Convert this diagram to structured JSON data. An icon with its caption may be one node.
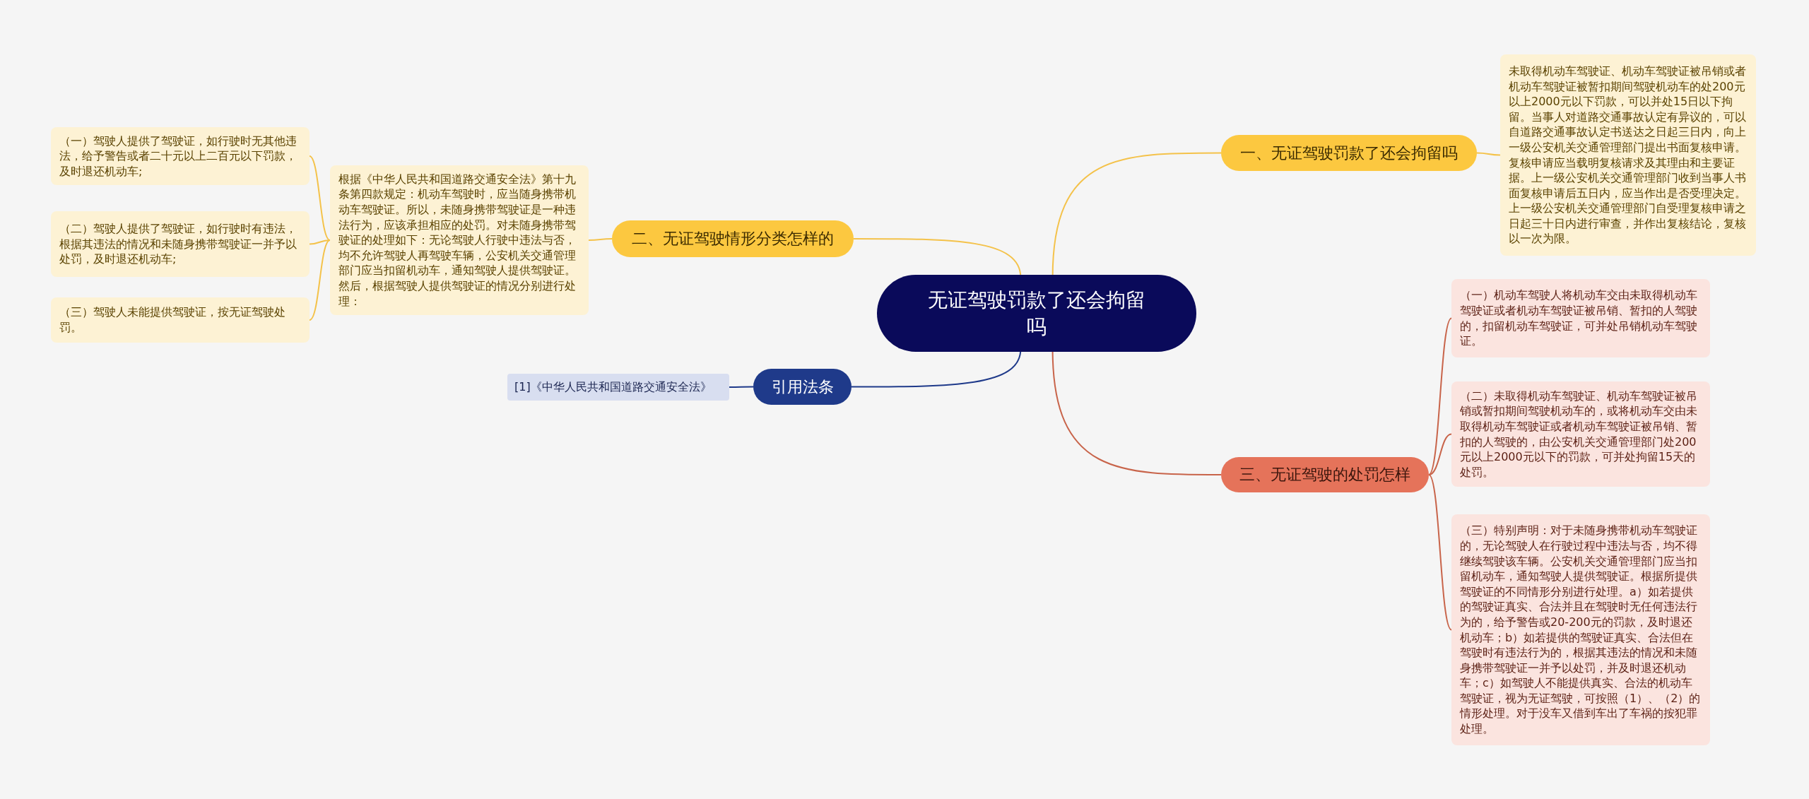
{
  "diagram": {
    "nodes": [
      {
        "text": [
          "无证驾驶罚款了还会拘留吗"
        ]
      },
      {
        "text": [
          "一、无证驾驶罚款了还会拘留吗"
        ]
      },
      {
        "text": [
          "未取得机动车驾驶证、机动车驾驶证被吊销或者机动车驾驶证被暂扣期间驾驶机动车的处200元以上2000元以下罚款，可以并处15日以下拘留。当事人对道路交通事故认定有异议的，可以自道路交通事故认定书送达之日起三日内，向上一级公安机关交通管理部门提出书面复核申请。复核申请应当载明复核请求及其理由和主要证据。上一级公安机关交通管理部门收到当事人书面复核申请后五日内，应当作出是否受理决定。上一级公安机关交通管理部门自受理复核申请之日起三十日内进行审查，并作出复核结论，复核以一次为限。"
        ]
      },
      {
        "text": [
          "二、无证驾驶情形分类怎样的"
        ]
      },
      {
        "text": [
          "根据《中华人民共和国道路交通安全法》第十九条第四款规定：机动车驾驶时，应当随身携带机动车驾驶证。所以，未随身携带驾驶证是一种违法行为，应该承担相应的处罚。对未随身携带驾驶证的处理如下：无论驾驶人行驶中违法与否，均不允许驾驶人再驾驶车辆，公安机关交通管理部门应当扣留机动车，通知驾驶人提供驾驶证。然后，根据驾驶人提供驾驶证的情况分别进行处理："
        ]
      },
      {
        "text": [
          "（一）驾驶人提供了驾驶证，如行驶时无其他违法，给予警告或者二十元以上二百元以下罚款，及时退还机动车;"
        ]
      },
      {
        "text": [
          "（二）驾驶人提供了驾驶证，如行驶时有违法，根据其违法的情况和未随身携带驾驶证一并予以处罚，及时退还机动车;"
        ]
      },
      {
        "text": [
          "（三）驾驶人未能提供驾驶证，按无证驾驶处罚。"
        ]
      },
      {
        "text": [
          "引用法条"
        ]
      },
      {
        "text": [
          "[1]《中华人民共和国道路交通安全法》"
        ]
      },
      {
        "text": [
          "三、无证驾驶的处罚怎样"
        ]
      },
      {
        "text": [
          "（一）机动车驾驶人将机动车交由未取得机动车驾驶证或者机动车驾驶证被吊销、暂扣的人驾驶的，扣留机动车驾驶证，可并处吊销机动车驾驶证。"
        ]
      },
      {
        "text": [
          "（二）未取得机动车驾驶证、机动车驾驶证被吊销或暂扣期间驾驶机动车的，或将机动车交由未取得机动车驾驶证或者机动车驾驶证被吊销、暂扣的人驾驶的，由公安机关交通管理部门处200元以上2000元以下的罚款，可并处拘留15天的处罚。"
        ]
      },
      {
        "text": [
          "（三）特别声明：对于未随身携带机动车驾驶证的，无论驾驶人在行驶过程中违法与否，均不得继续驾驶该车辆。公安机关交通管理部门应当扣留机动车，通知驾驶人提供驾驶证。根据所提供驾驶证的不同情形分别进行处理。a）如若提供的驾驶证真实、合法并且在驾驶时无任何违法行为的，给予警告或20-200元的罚款，及时退还机动车；b）如若提供的驾驶证真实、合法但在驾驶时有违法行为的，根据其违法的情况和未随身携带驾驶证一并予以处罚，并及时退还机动车；c）如驾驶人不能提供真实、合法的机动车驾驶证，视为无证驾驶，可按照（1）、（2）的情形处理。对于没车又借到车出了车祸的按犯罪处理。"
        ]
      }
    ],
    "edges": [
      {
        "from": 0,
        "to": 1,
        "arrow": "none"
      },
      {
        "from": 1,
        "to": 2,
        "arrow": "none"
      },
      {
        "from": 0,
        "to": 3,
        "arrow": "none"
      },
      {
        "from": 3,
        "to": 4,
        "arrow": "none"
      },
      {
        "from": 4,
        "to": 5,
        "arrow": "none"
      },
      {
        "from": 4,
        "to": 6,
        "arrow": "none"
      },
      {
        "from": 4,
        "to": 7,
        "arrow": "none"
      },
      {
        "from": 0,
        "to": 8,
        "arrow": "none",
        "color": "#1f3a8a"
      },
      {
        "from": 8,
        "to": 9,
        "arrow": "none",
        "color": "#1f3a8a"
      },
      {
        "from": 0,
        "to": 10,
        "arrow": "none",
        "color": "#c8644a"
      },
      {
        "from": 10,
        "to": 11,
        "arrow": "none",
        "color": "#c8644a"
      },
      {
        "from": 10,
        "to": 12,
        "arrow": "none",
        "color": "#c8644a"
      },
      {
        "from": 10,
        "to": 13,
        "arrow": "none",
        "color": "#c8644a"
      }
    ]
  }
}
